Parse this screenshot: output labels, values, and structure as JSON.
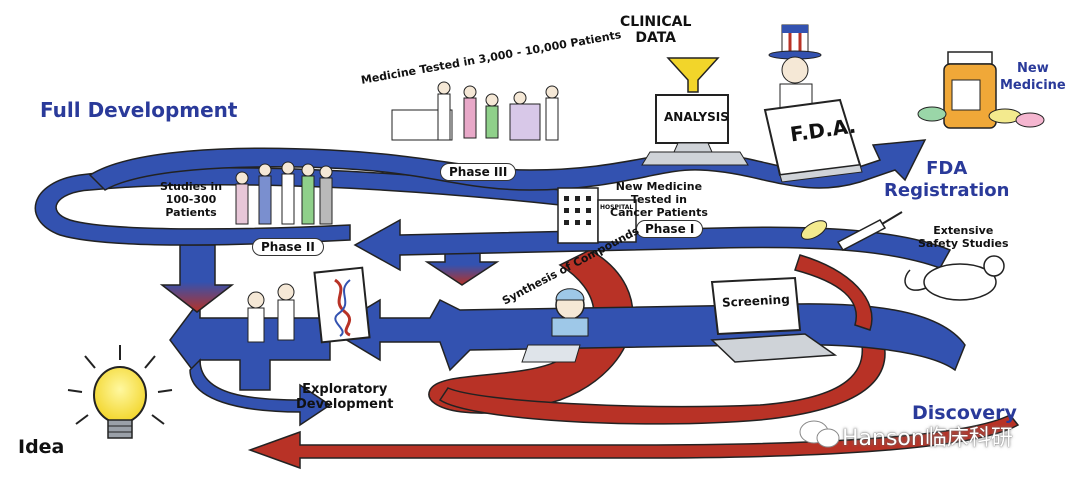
{
  "stages": {
    "full_development": "Full Development",
    "fda_registration": "FDA\nRegistration",
    "new_medicine": "New\nMedicine",
    "discovery": "Discovery",
    "idea": "Idea"
  },
  "phases": {
    "phase_1": "Phase I",
    "phase_2": "Phase II",
    "phase_3": "Phase III"
  },
  "captions": {
    "medicine_tested_3000": "Medicine Tested in 3,000 - 10,000 Patients",
    "clinical_data": "CLINICAL\nDATA",
    "analysis": "ANALYSIS",
    "fda_book": "F.D.A.",
    "studies_100_300": "Studies in\n100-300\nPatients",
    "new_medicine_cancer": "New Medicine\nTested in\nCancer Patients",
    "extensive_safety": "Extensive\nSafety Studies",
    "synthesis": "Synthesis of Compounds",
    "screening": "Screening",
    "exploratory": "Exploratory\nDevelopment",
    "hospital_sign": "HOSPITAL"
  },
  "watermark": "Hanson临床科研",
  "colors": {
    "arrow_blue": "#3352b0",
    "arrow_red": "#b83226",
    "label_blue": "#2a3a9a"
  },
  "icons": [
    "lightbulb-icon",
    "funnel-icon",
    "monitor-icon",
    "uncle-sam-icon",
    "fda-book-icon",
    "pill-bottle-icon",
    "syringe-icon",
    "mouse-icon",
    "hospital-icon",
    "dna-board-icon",
    "laptop-icon",
    "scientist-icon",
    "patients-group-icon",
    "wechat-icon"
  ]
}
